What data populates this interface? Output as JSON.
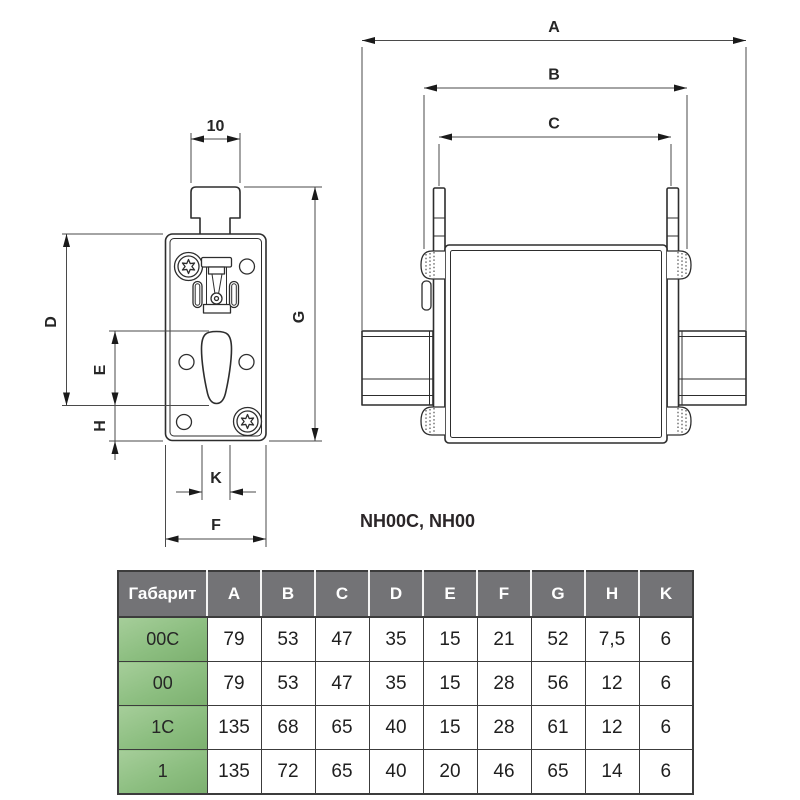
{
  "drawing": {
    "caption": "NH00C, NH00",
    "labels": {
      "top_width": "10",
      "A": "A",
      "B": "B",
      "C": "C",
      "D": "D",
      "E": "E",
      "F": "F",
      "G": "G",
      "H": "H",
      "K": "K"
    }
  },
  "table": {
    "header": [
      "Габарит",
      "A",
      "B",
      "C",
      "D",
      "E",
      "F",
      "G",
      "H",
      "K"
    ],
    "rows": [
      {
        "name": "00C",
        "values": [
          "79",
          "53",
          "47",
          "35",
          "15",
          "21",
          "52",
          "7,5",
          "6"
        ]
      },
      {
        "name": "00",
        "values": [
          "79",
          "53",
          "47",
          "35",
          "15",
          "28",
          "56",
          "12",
          "6"
        ]
      },
      {
        "name": "1C",
        "values": [
          "135",
          "68",
          "65",
          "40",
          "15",
          "28",
          "61",
          "12",
          "6"
        ]
      },
      {
        "name": "1",
        "values": [
          "135",
          "72",
          "65",
          "40",
          "20",
          "46",
          "65",
          "14",
          "6"
        ]
      }
    ]
  },
  "colors": {
    "line": "#2d2d2d",
    "dimension_line": "#4a4a4a",
    "table_header_bg": "#737376",
    "table_header_text": "#ffffff",
    "size_cell_green": "#8cbe80",
    "table_border": "#3c3c3c"
  }
}
